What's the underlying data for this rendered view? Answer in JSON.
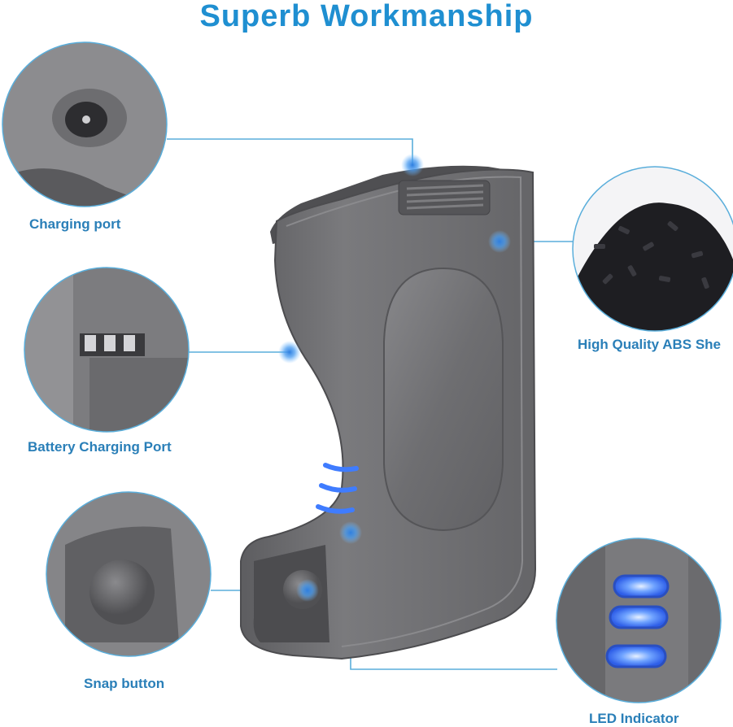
{
  "title": "Superb Workmanship",
  "callouts": {
    "charging_port": "Charging port",
    "battery_charging_port": "Battery Charging Port",
    "snap_button": "Snap button",
    "abs_shell": "High Quality ABS She",
    "led_indicator": "LED Indicator"
  },
  "colors": {
    "title": "#1f8fd1",
    "callout_line": "#5aaedb",
    "label": "#2a7fb8",
    "battery_body": "#6c6c6e",
    "led_blue": "#3f7cff"
  }
}
